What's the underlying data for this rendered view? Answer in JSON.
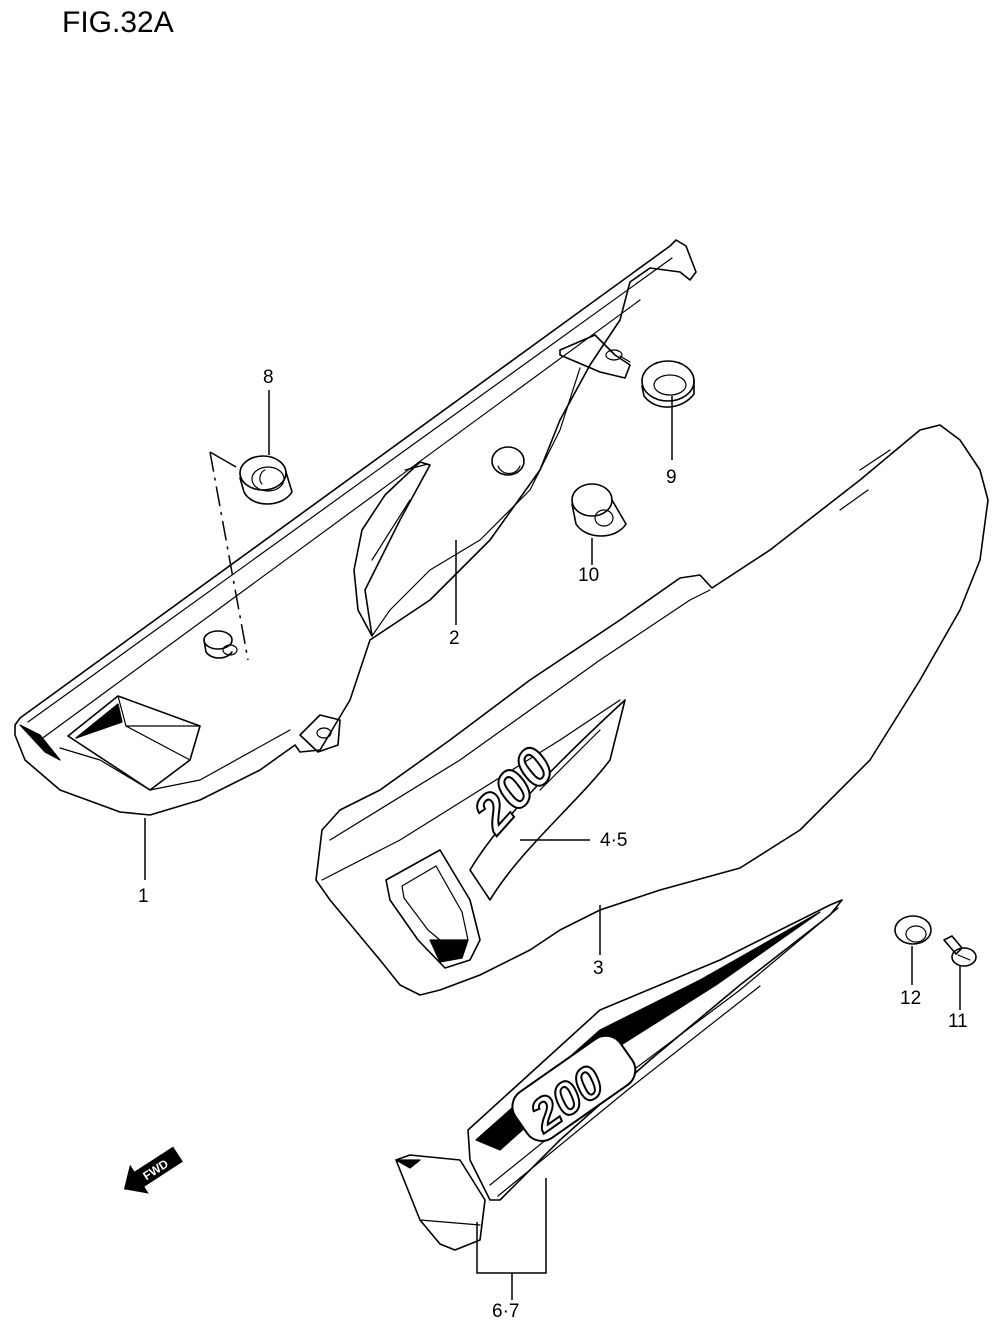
{
  "figure": {
    "title": "FIG.32A",
    "fwd_label": "FWD"
  },
  "callouts": [
    {
      "id": "1",
      "label": "1"
    },
    {
      "id": "2",
      "label": "2"
    },
    {
      "id": "3",
      "label": "3"
    },
    {
      "id": "4-5",
      "label": "4·5"
    },
    {
      "id": "6-7",
      "label": "6·7"
    },
    {
      "id": "8",
      "label": "8"
    },
    {
      "id": "9",
      "label": "9"
    },
    {
      "id": "10",
      "label": "10"
    },
    {
      "id": "11",
      "label": "11"
    },
    {
      "id": "12",
      "label": "12"
    }
  ],
  "decals": {
    "upper_emblem": "200",
    "lower_emblem": "200"
  },
  "colors": {
    "line": "#000000",
    "background": "#ffffff"
  }
}
